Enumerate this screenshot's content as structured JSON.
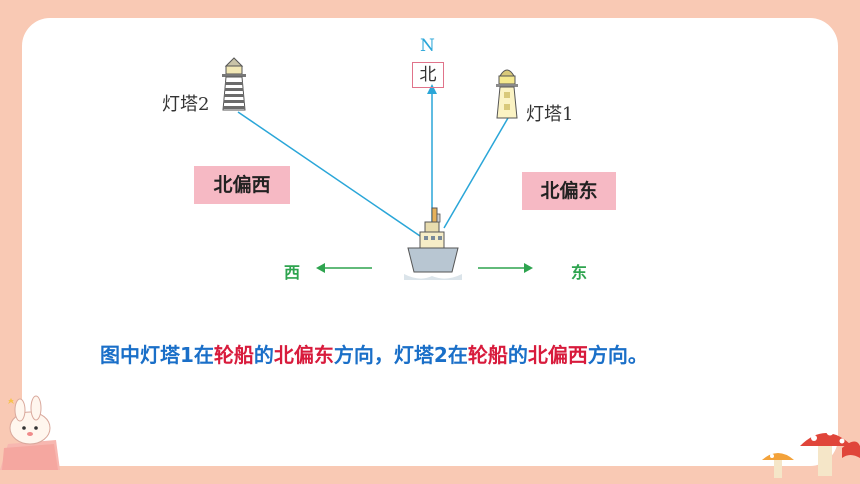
{
  "diagram": {
    "north_letter": "N",
    "north_label": "北",
    "lighthouse2_label": "灯塔2",
    "lighthouse1_label": "灯塔1",
    "northwest_tag": "北偏西",
    "northeast_tag": "北偏东",
    "west_label": "西",
    "east_label": "东"
  },
  "sentence": {
    "s1": "图中灯塔1在",
    "s2": "轮船",
    "s3": "的",
    "s4": "北偏东",
    "s5": "方向，灯塔2在",
    "s6": "轮船",
    "s7": "的",
    "s8": "北偏西",
    "s9": "方向。"
  },
  "colors": {
    "background": "#f9c9b4",
    "line": "#2aa6d8",
    "tag": "#f6b9c4",
    "arrow_green": "#2ea44f",
    "text_blue": "#1a6fc8",
    "text_red": "#d81b3c"
  }
}
